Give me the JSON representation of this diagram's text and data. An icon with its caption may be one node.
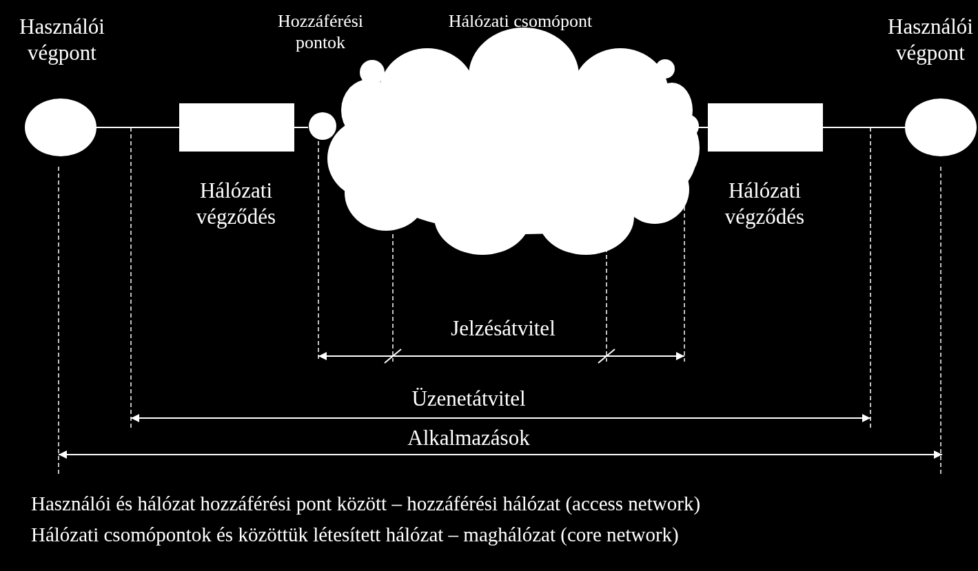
{
  "diagram": {
    "nodes": [
      {
        "text": [
          "Használói végpont"
        ]
      },
      {
        "text": [
          "Hálózati végződés"
        ]
      },
      {
        "text": [
          "Hálózati csomópont"
        ]
      },
      {
        "text": [
          "Hálózati végződés"
        ]
      },
      {
        "text": [
          "Használói végpont"
        ]
      }
    ],
    "edges": [
      {
        "from": 0,
        "to": 1,
        "arrow": "none"
      },
      {
        "from": 1,
        "to": 2,
        "arrow": "none"
      },
      {
        "from": 2,
        "to": 3,
        "arrow": "none"
      },
      {
        "from": 3,
        "to": 4,
        "arrow": "none"
      }
    ],
    "labels": [
      "Hozzáférési pontok",
      "Jelzésátvitel",
      "Üzenetátvitel",
      "Alkalmazások",
      "Használói és hálózat hozzáférési pont között – hozzáférési hálózat (access network)",
      "Hálózati csomópontok és közöttük létesített hálózat – maghálózat (core network)"
    ]
  }
}
